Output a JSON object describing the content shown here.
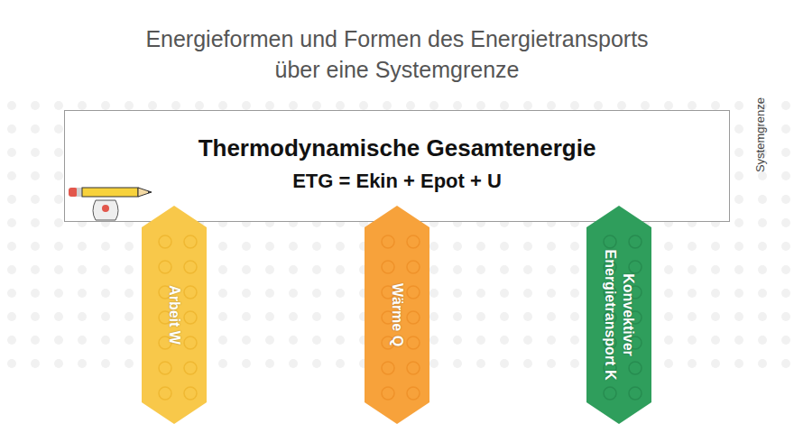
{
  "diagram": {
    "title": "Energieformen und Formen des Energietransports über eine Systemgrenze",
    "nodes": [
      {
        "text": [
          "Thermodynamische Gesamtenergie",
          "ETG = Ekin + Epot + U"
        ]
      },
      {
        "text": [
          "Arbeit W"
        ]
      },
      {
        "text": [
          "Wärme Q"
        ]
      },
      {
        "text": [
          "Konvektiver Energietransport K"
        ]
      }
    ],
    "labels": [
      "Systemgrenze"
    ]
  }
}
